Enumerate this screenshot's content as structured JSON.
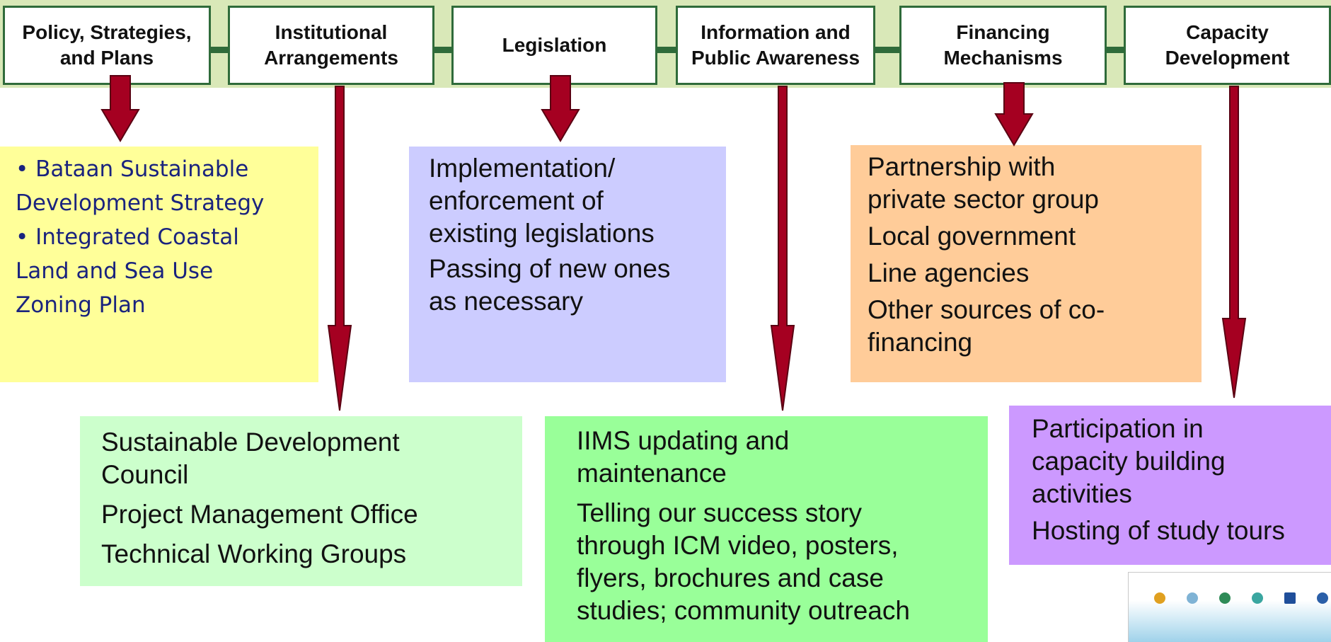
{
  "framework": {
    "components": [
      {
        "label": "Policy, Strategies,\nand Plans"
      },
      {
        "label": "Institutional\nArrangements"
      },
      {
        "label": "Legislation"
      },
      {
        "label": "Information and\nPublic Awareness"
      },
      {
        "label": "Financing\nMechanisms"
      },
      {
        "label": "Capacity\nDevelopment"
      }
    ]
  },
  "outputs": {
    "policy": [
      "• Bataan Sustainable\nDevelopment Strategy",
      "• Integrated Coastal\nLand and Sea Use\nZoning Plan"
    ],
    "legislation": [
      "Implementation/\nenforcement of\nexisting legislations",
      "Passing of new ones\nas necessary"
    ],
    "financing": [
      "Partnership with\nprivate sector group",
      "Local government",
      "Line agencies",
      "Other sources of co-\nfinancing"
    ],
    "institutional": [
      "Sustainable Development\nCouncil",
      "Project Management Office",
      "Technical Working Groups"
    ],
    "information": [
      "IIMS updating and\nmaintenance",
      "Telling our success story\nthrough ICM video, posters,\nflyers, brochures and case\nstudies;  community outreach"
    ],
    "capacity": [
      "Participation in\ncapacity building\nactivities",
      "Hosting of study tours"
    ]
  },
  "colors": {
    "header_strip": "#d9e8b8",
    "header_border": "#2f6b3a",
    "arrow": "#a50021",
    "policy_bg": "#ffff99",
    "legislation_bg": "#ccccff",
    "financing_bg": "#ffcc99",
    "institutional_bg": "#ccffcc",
    "information_bg": "#99ff99",
    "capacity_bg": "#cc99ff",
    "bullet_text": "#1a237e"
  }
}
